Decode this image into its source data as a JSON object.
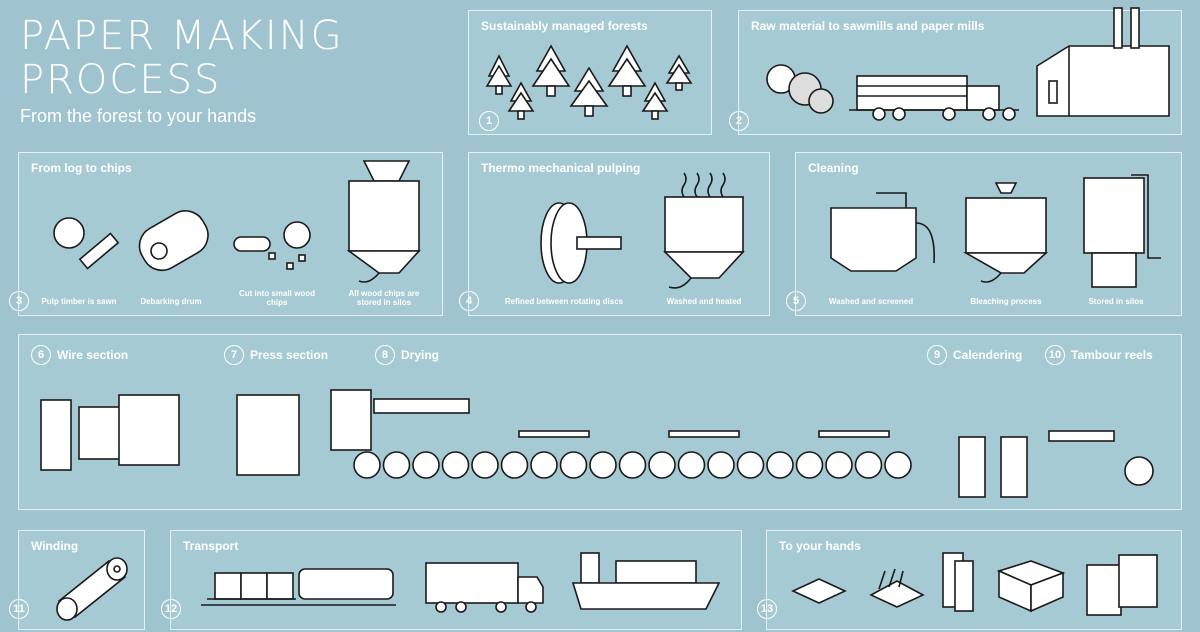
{
  "header": {
    "title": "PAPER MAKING PROCESS",
    "subtitle": "From the forest to your hands"
  },
  "steps": [
    {
      "num": "1",
      "title": "Sustainably managed forests"
    },
    {
      "num": "2",
      "title": "Raw material to sawmills and paper mills"
    },
    {
      "num": "3",
      "title": "From log to chips",
      "captions": [
        "Pulp timber is sawn",
        "Debarking drum",
        "Cut into small wood chips",
        "All wood chips are stored in silos"
      ]
    },
    {
      "num": "4",
      "title": "Thermo mechanical pulping",
      "captions": [
        "Refined between rotating discs",
        "Washed and heated"
      ]
    },
    {
      "num": "5",
      "title": "Cleaning",
      "captions": [
        "Washed and screened",
        "Bleaching process",
        "Stored in silos"
      ]
    },
    {
      "num": "6",
      "title": "Wire section"
    },
    {
      "num": "7",
      "title": "Press section"
    },
    {
      "num": "8",
      "title": "Drying"
    },
    {
      "num": "9",
      "title": "Calendering"
    },
    {
      "num": "10",
      "title": "Tambour reels"
    },
    {
      "num": "11",
      "title": "Winding"
    },
    {
      "num": "12",
      "title": "Transport"
    },
    {
      "num": "13",
      "title": "To your hands"
    }
  ],
  "colors": {
    "background": "#9fc4cf",
    "panel_border": "#e4f0f3",
    "ink": "#1a1a1a"
  }
}
